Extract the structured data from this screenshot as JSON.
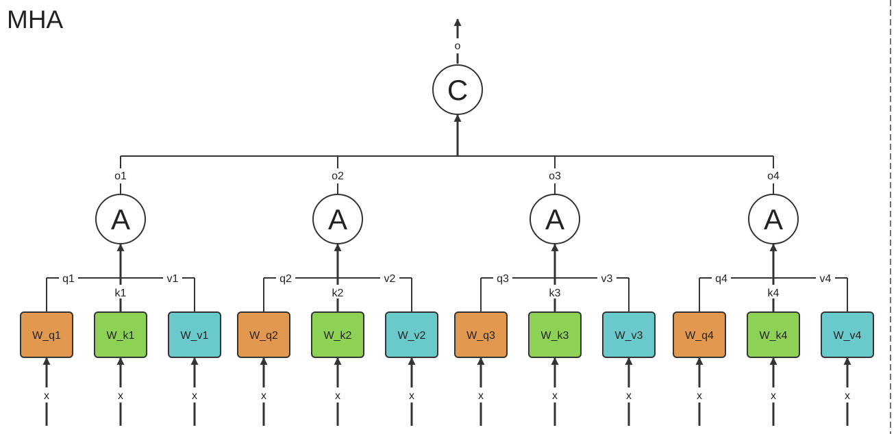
{
  "title": "MHA",
  "colors": {
    "query": "#E39850",
    "key": "#8DD155",
    "value": "#6AC9CB",
    "line": "#333333"
  },
  "concat": {
    "symbol": "C",
    "output_label": "o"
  },
  "heads": [
    {
      "output_label": "o1",
      "attention_symbol": "A",
      "q_label": "q1",
      "k_label": "k1",
      "v_label": "v1",
      "projections": [
        {
          "kind": "query",
          "label": "W_q1",
          "input_label": "x"
        },
        {
          "kind": "key",
          "label": "W_k1",
          "input_label": "x"
        },
        {
          "kind": "value",
          "label": "W_v1",
          "input_label": "x"
        }
      ]
    },
    {
      "output_label": "o2",
      "attention_symbol": "A",
      "q_label": "q2",
      "k_label": "k2",
      "v_label": "v2",
      "projections": [
        {
          "kind": "query",
          "label": "W_q2",
          "input_label": "x"
        },
        {
          "kind": "key",
          "label": "W_k2",
          "input_label": "x"
        },
        {
          "kind": "value",
          "label": "W_v2",
          "input_label": "x"
        }
      ]
    },
    {
      "output_label": "o3",
      "attention_symbol": "A",
      "q_label": "q3",
      "k_label": "k3",
      "v_label": "v3",
      "projections": [
        {
          "kind": "query",
          "label": "W_q3",
          "input_label": "x"
        },
        {
          "kind": "key",
          "label": "W_k3",
          "input_label": "x"
        },
        {
          "kind": "value",
          "label": "W_v3",
          "input_label": "x"
        }
      ]
    },
    {
      "output_label": "o4",
      "attention_symbol": "A",
      "q_label": "q4",
      "k_label": "k4",
      "v_label": "v4",
      "projections": [
        {
          "kind": "query",
          "label": "W_q4",
          "input_label": "x"
        },
        {
          "kind": "key",
          "label": "W_k4",
          "input_label": "x"
        },
        {
          "kind": "value",
          "label": "W_v4",
          "input_label": "x"
        }
      ]
    }
  ]
}
